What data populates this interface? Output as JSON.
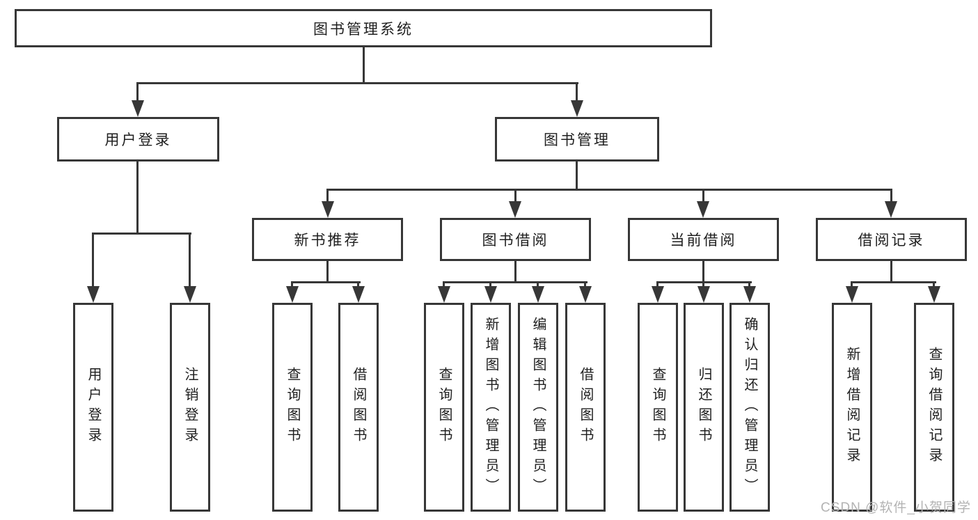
{
  "palette": {
    "line": "#373737",
    "text": "#1f1f1f",
    "watermark": "#b3b3b3",
    "bg": "#ffffff"
  },
  "diagram": {
    "root": {
      "label": "图书管理系统"
    },
    "level2": [
      {
        "label": "用户登录",
        "leaves": [
          "用户登录",
          "注销登录"
        ]
      },
      {
        "label": "图书管理"
      }
    ],
    "level3": [
      {
        "label": "新书推荐",
        "leaves": [
          "查询图书",
          "借阅图书"
        ]
      },
      {
        "label": "图书借阅",
        "leaves": [
          "查询图书",
          "新增图书（管理员）",
          "编辑图书（管理员）",
          "借阅图书"
        ]
      },
      {
        "label": "当前借阅",
        "leaves": [
          "查询图书",
          "归还图书",
          "确认归还（管理员）"
        ]
      },
      {
        "label": "借阅记录",
        "leaves": [
          "新增借阅记录",
          "查询借阅记录"
        ]
      }
    ],
    "watermark": "CSDN @软件_小贺同学"
  }
}
